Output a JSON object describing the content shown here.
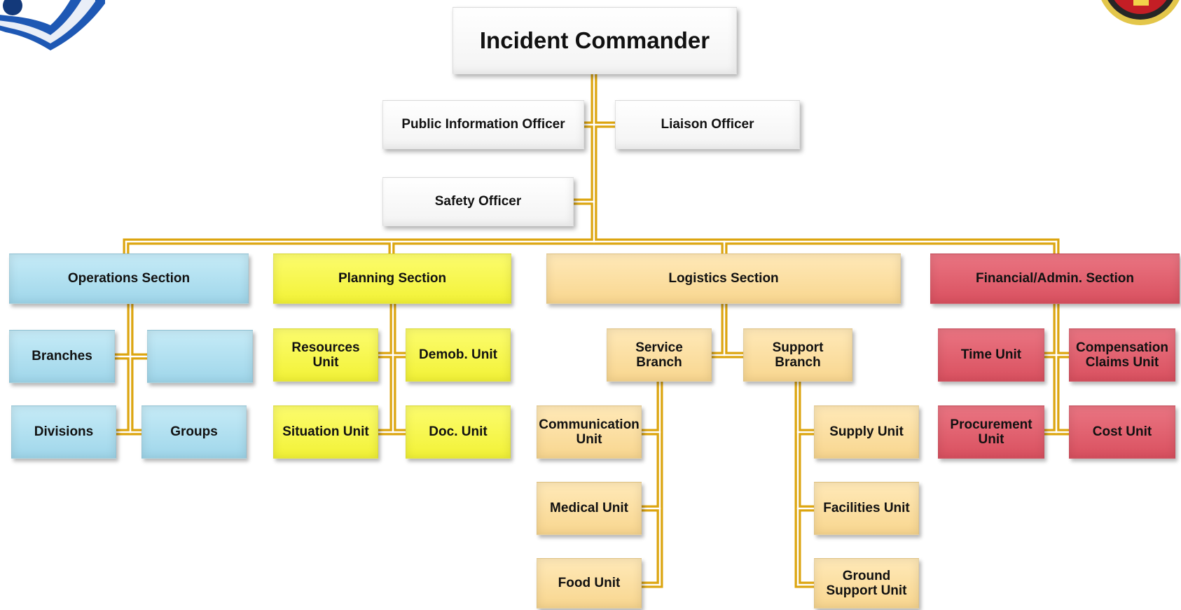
{
  "colors": {
    "connector": "#dca510",
    "connector_inner": "#ffffff",
    "operations": "#aee0f2",
    "planning": "#f6f64a",
    "logistics": "#fbdfa0",
    "finance": "#e0606e",
    "command_staff": "#ffffff"
  },
  "top": {
    "commander": "Incident Commander",
    "public_info": "Public Information Officer",
    "liaison": "Liaison Officer",
    "safety": "Safety Officer"
  },
  "operations": {
    "section": "Operations Section",
    "branches": "Branches",
    "blank": "",
    "divisions": "Divisions",
    "groups": "Groups"
  },
  "planning": {
    "section": "Planning Section",
    "resources": "Resources Unit",
    "demob": "Demob. Unit",
    "situation": "Situation Unit",
    "doc": "Doc. Unit"
  },
  "logistics": {
    "section": "Logistics Section",
    "service_branch": "Service Branch",
    "support_branch": "Support Branch",
    "communication": "Communication Unit",
    "medical": "Medical Unit",
    "food": "Food Unit",
    "supply": "Supply Unit",
    "facilities": "Facilities Unit",
    "ground_support": "Ground Support Unit"
  },
  "finance": {
    "section": "Financial/Admin. Section",
    "time": "Time Unit",
    "compensation": "Compensation Claims Unit",
    "procurement": "Procurement Unit",
    "cost": "Cost Unit"
  }
}
